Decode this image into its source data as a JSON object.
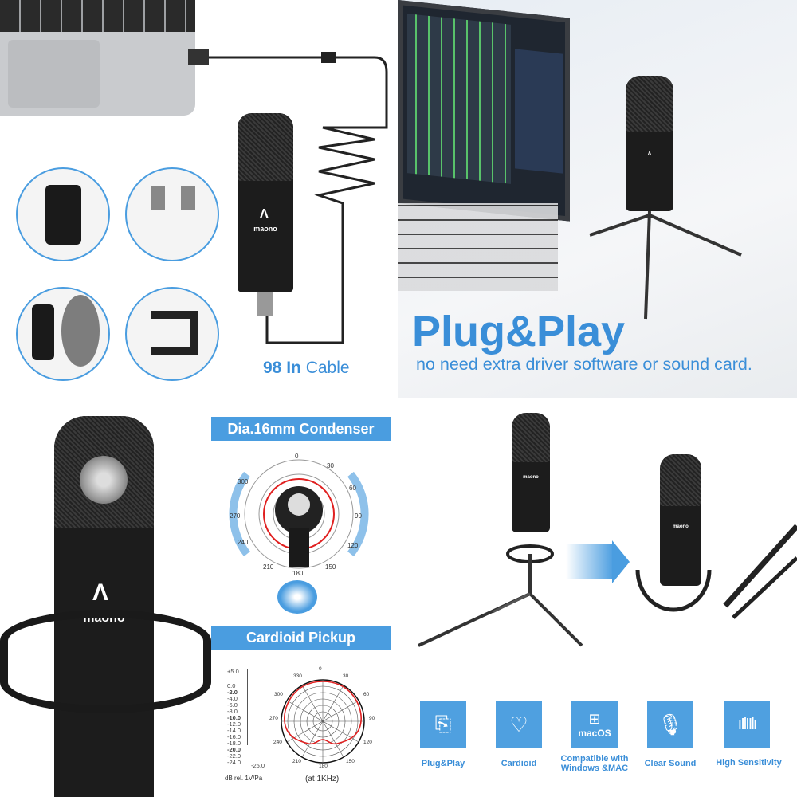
{
  "top_left": {
    "cable_label_bold": "98 In",
    "cable_label": "Cable",
    "mic_logo": "maono",
    "detail_circles": [
      "ferrite-core",
      "usb-connectors",
      "pop-filter",
      "desk-clamp"
    ]
  },
  "top_right": {
    "headline": "Plug&Play",
    "subline": "no need extra driver software or sound card."
  },
  "bottom_left": {
    "mic_logo": "maono",
    "condenser_banner": "Dia.16mm Condenser",
    "pickup_banner": "Cardioid Pickup",
    "polar_angles_top": [
      "0",
      "30",
      "60",
      "90",
      "120",
      "150",
      "180",
      "210",
      "240",
      "270",
      "300"
    ],
    "polar_angles_bottom": [
      "0",
      "30",
      "60",
      "90",
      "120",
      "150",
      "180",
      "210",
      "240",
      "270",
      "300",
      "330"
    ],
    "db_scale": [
      "+5.0",
      "0.0",
      "-2.0",
      "-4.0",
      "-6.0",
      "-8.0",
      "-10.0",
      "-12.0",
      "-14.0",
      "-16.0",
      "-18.0",
      "-20.0",
      "-22.0",
      "-24.0"
    ],
    "db_min": "-25.0",
    "db_unit": "dB rel. 1V/Pa",
    "polar_note": "(at 1KHz)",
    "accent": "#4a9de0",
    "curve_color": "#e02020"
  },
  "bottom_right": {
    "mic_logo": "maono",
    "features": [
      {
        "icon": "usb-icon",
        "label": "Plug&Play"
      },
      {
        "icon": "cardioid-icon",
        "label": "Cardioid"
      },
      {
        "icon": "windows-macos-icon",
        "label": "Compatible with Windows &MAC",
        "os_text": "macOS"
      },
      {
        "icon": "microphone-icon",
        "label": "Clear Sound"
      },
      {
        "icon": "soundwave-icon",
        "label": "High Sensitivity"
      }
    ]
  }
}
